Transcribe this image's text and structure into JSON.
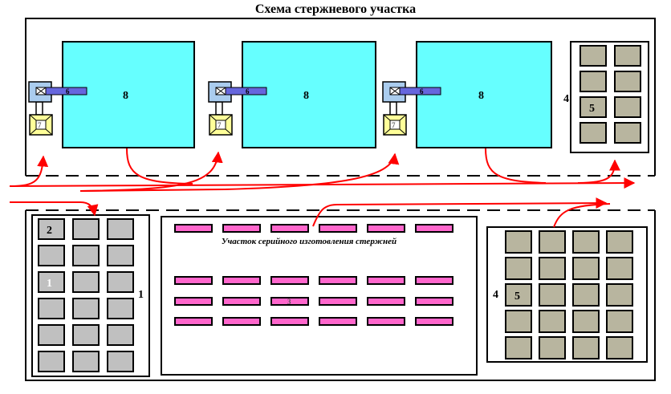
{
  "title": "Схема стержневого участка",
  "colors": {
    "machine_fill": "#66FFFF",
    "storage_cell_fill": "#B8B59F",
    "store_cell_fill": "#C0C0C0",
    "core_rack_fill": "#FF66CC",
    "arm_fill": "#6666DD",
    "head_fill": "#AACCEE",
    "mixer_fill": "#FFFF99",
    "flow_color": "#FF0000",
    "line_color": "#000000"
  },
  "upper_zone": {
    "machines": [
      {
        "label": "8",
        "arm_label": "6",
        "mixer_label": "7"
      },
      {
        "label": "8",
        "arm_label": "6",
        "mixer_label": "7"
      },
      {
        "label": "8",
        "arm_label": "6",
        "mixer_label": "7"
      }
    ],
    "storage": {
      "label": "4",
      "cell_label": "5",
      "rows": 4,
      "cols": 2
    }
  },
  "lower_zone": {
    "store": {
      "label": "1",
      "cell_labels": {
        "first": "2",
        "third_row": "1"
      },
      "rows": 6,
      "cols": 3
    },
    "serial_area": {
      "caption": "Участок серийного изготовления стержней",
      "rack_label": "3",
      "racks_per_row": 6,
      "rows": 4
    },
    "storage": {
      "label": "4",
      "cell_label": "5",
      "rows": 5,
      "cols": 4
    }
  }
}
